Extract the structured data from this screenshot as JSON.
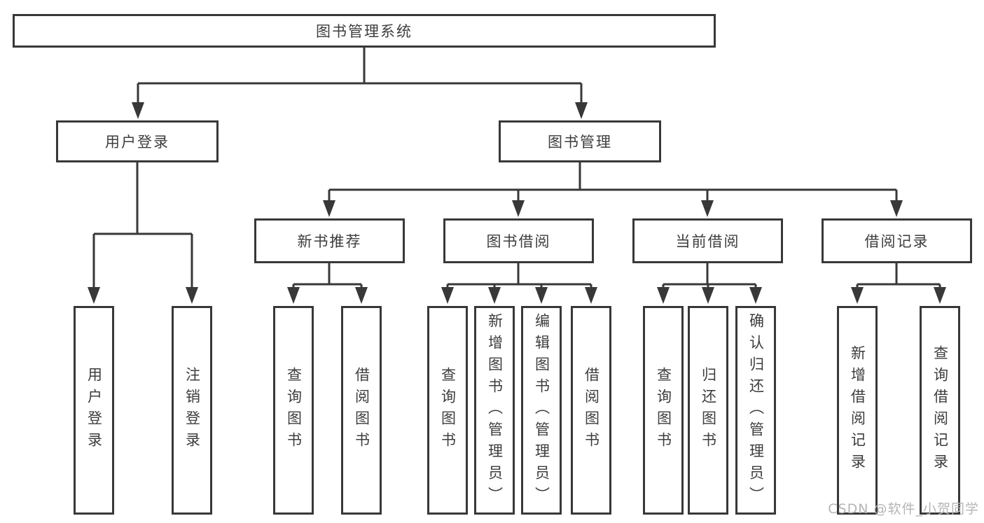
{
  "tree": {
    "root": "图书管理系统",
    "children": [
      {
        "label": "用户登录",
        "children": [
          {
            "label": "用户登录"
          },
          {
            "label": "注销登录"
          }
        ]
      },
      {
        "label": "图书管理",
        "children": [
          {
            "label": "新书推荐",
            "children": [
              {
                "label": "查询图书"
              },
              {
                "label": "借阅图书"
              }
            ]
          },
          {
            "label": "图书借阅",
            "children": [
              {
                "label": "查询图书"
              },
              {
                "label": "新增图书（管理员）"
              },
              {
                "label": "编辑图书（管理员）"
              },
              {
                "label": "借阅图书"
              }
            ]
          },
          {
            "label": "当前借阅",
            "children": [
              {
                "label": "查询图书"
              },
              {
                "label": "归还图书"
              },
              {
                "label": "确认归还（管理员）"
              }
            ]
          },
          {
            "label": "借阅记录",
            "children": [
              {
                "label": "新增借阅记录"
              },
              {
                "label": "查询借阅记录"
              }
            ]
          }
        ]
      }
    ]
  },
  "watermark": "CSDN @软件_小贺同学",
  "colors": {
    "line": "#383838",
    "border": "#383838",
    "text": "#3d3d3d",
    "background": "#ffffff",
    "watermark": "#b5b5b5"
  }
}
